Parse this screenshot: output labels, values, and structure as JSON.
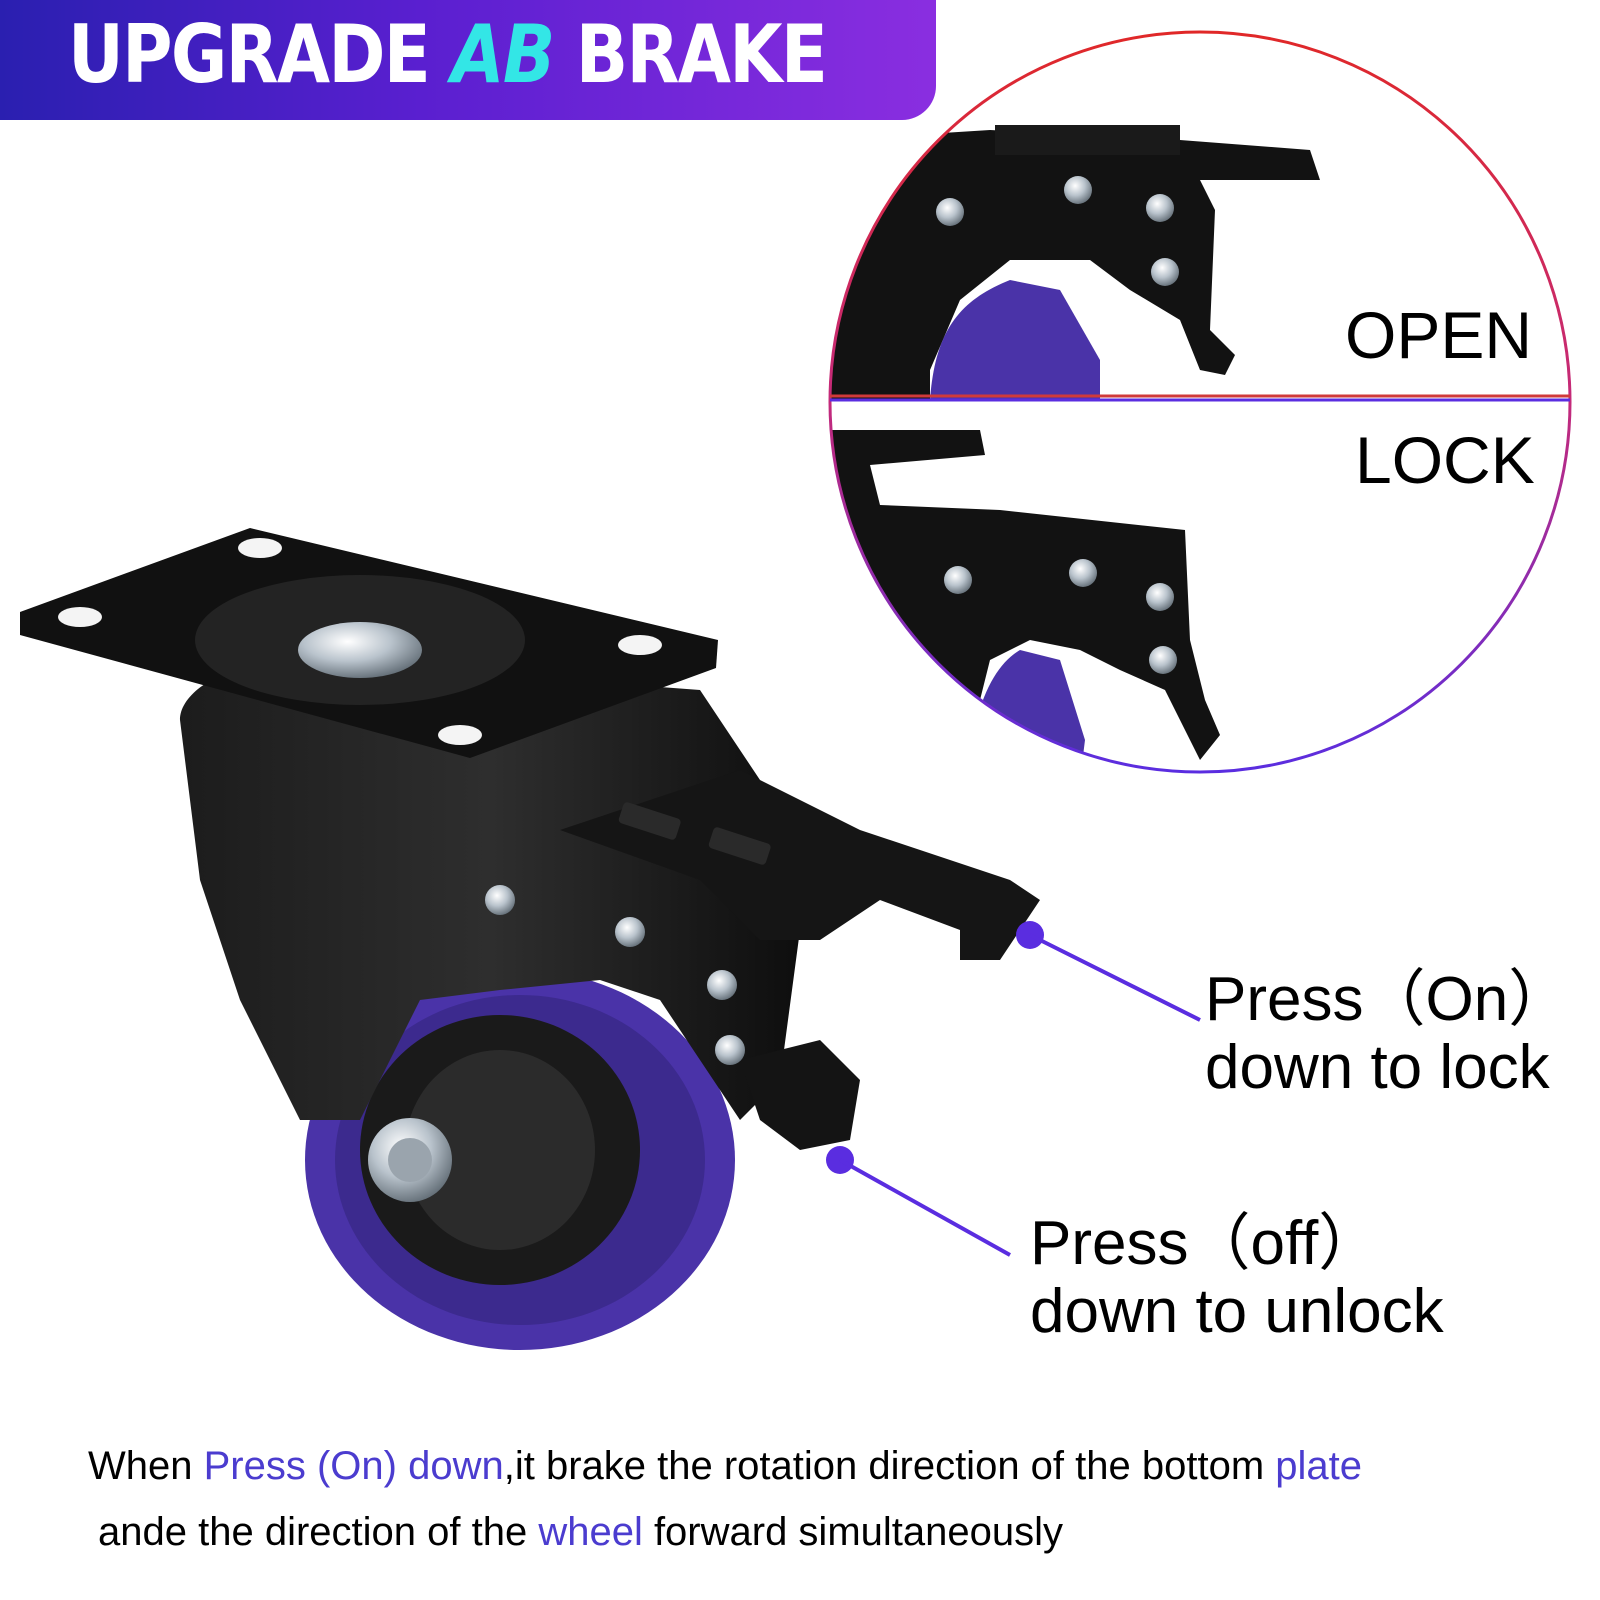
{
  "banner": {
    "title_part1": "UPGRADE",
    "title_highlight": "AB",
    "title_part2": "BRAKE"
  },
  "inset": {
    "state_open": "OPEN",
    "state_lock": "LOCK"
  },
  "callouts": {
    "on": {
      "line1": "Press（On）",
      "line2": "down to lock"
    },
    "off": {
      "line1": "Press（off）",
      "line2": "down to unlock"
    }
  },
  "caption": {
    "s1": "When ",
    "s2": "Press (On) down",
    "s3": ",it brake the rotation direction of the bottom ",
    "s4": "plate",
    "s5": " ande the direction of the ",
    "s6": "wheel",
    "s7": " forward simultaneously"
  },
  "colors": {
    "accent": "#4b3ccf",
    "banner_highlight": "#33e6e6",
    "wheel": "#4a33a8",
    "circle_top": "#e02828",
    "circle_bottom": "#5a2de0"
  }
}
